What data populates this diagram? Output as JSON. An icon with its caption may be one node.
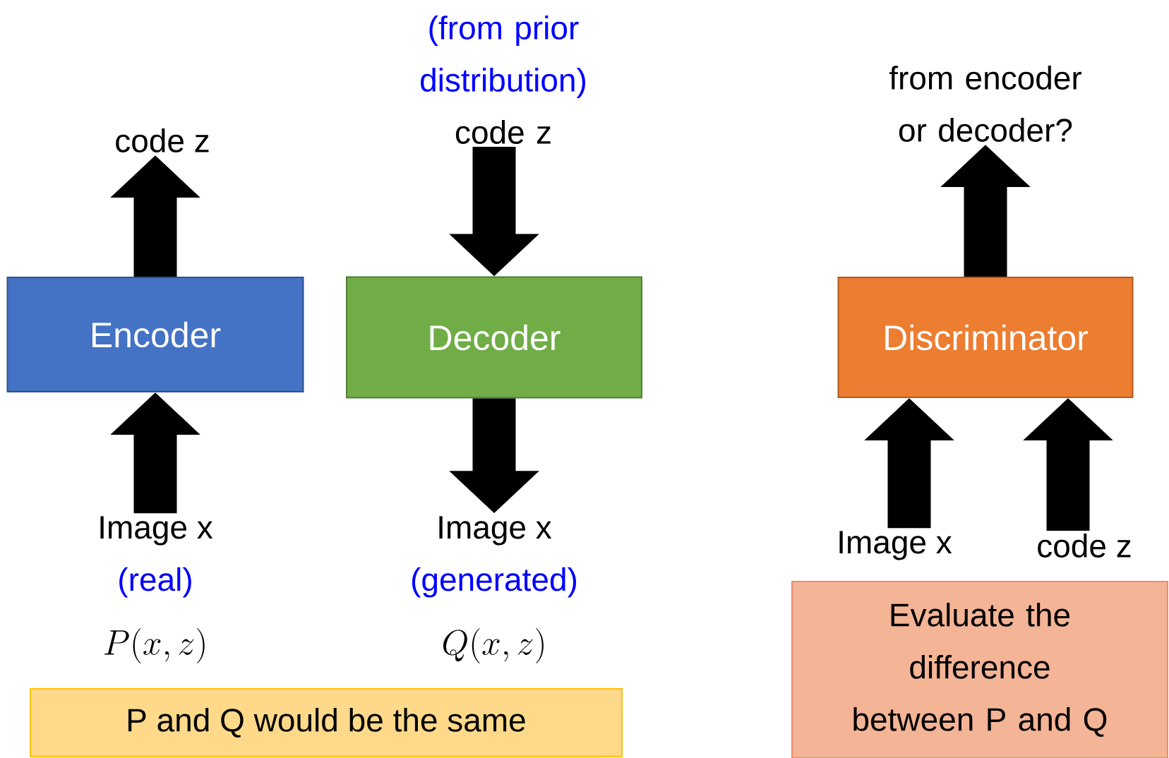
{
  "diagram": {
    "nodes": [
      {
        "text": [
          "Encoder"
        ]
      },
      {
        "text": [
          "code z"
        ]
      },
      {
        "text": [
          "Image x",
          "(real)"
        ]
      },
      {
        "text": [
          "Decoder"
        ]
      },
      {
        "text": [
          "(from prior distribution)",
          "code z"
        ]
      },
      {
        "text": [
          "Image x",
          "(generated)"
        ]
      },
      {
        "text": [
          "Discriminator"
        ]
      },
      {
        "text": [
          "from encoder or decoder?"
        ]
      },
      {
        "text": [
          "Image x"
        ]
      },
      {
        "text": [
          "code z"
        ]
      },
      {
        "text": [
          "P and Q would be the same"
        ]
      },
      {
        "text": [
          "Evaluate the difference between P and Q"
        ]
      }
    ],
    "edges": [
      {
        "from": 2,
        "to": 0,
        "arrow": "to"
      },
      {
        "from": 0,
        "to": 1,
        "arrow": "to"
      },
      {
        "from": 4,
        "to": 3,
        "arrow": "to"
      },
      {
        "from": 3,
        "to": 5,
        "arrow": "to"
      },
      {
        "from": 8,
        "to": 6,
        "arrow": "to"
      },
      {
        "from": 9,
        "to": 6,
        "arrow": "to"
      },
      {
        "from": 6,
        "to": 7,
        "arrow": "to"
      }
    ],
    "labels": [
      "P(x,z)",
      "Q(x,z)"
    ]
  }
}
